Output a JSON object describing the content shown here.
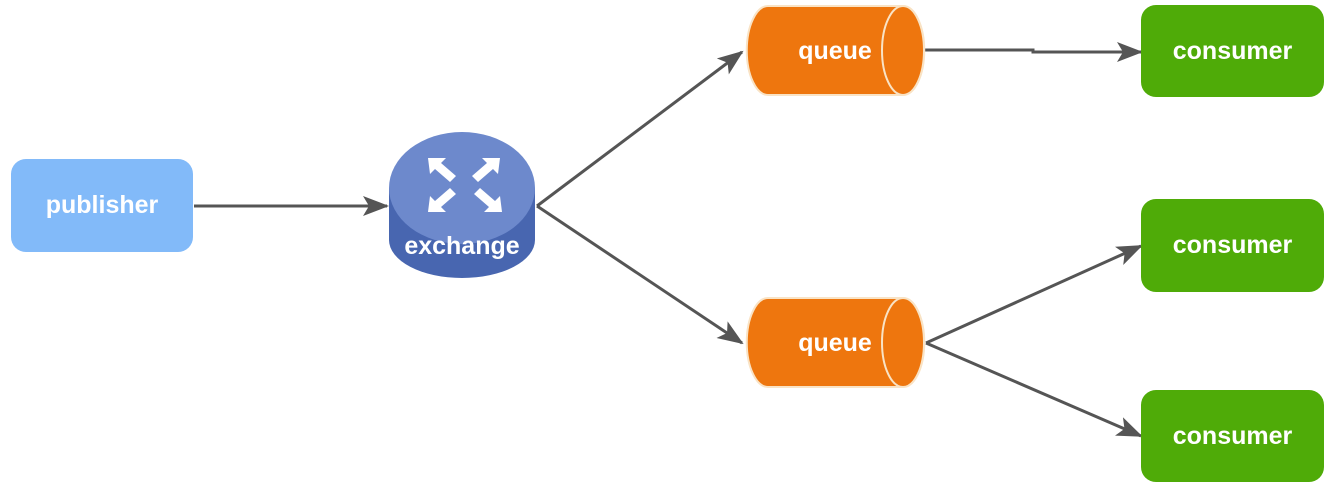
{
  "colors": {
    "publisher": "#82BAF9",
    "exchange_top": "#6D89CC",
    "exchange_side": "#4866B0",
    "queue": "#EE760E",
    "queue_border": "#F9E3C5",
    "consumer": "#4FAB08",
    "arrow": "#555555"
  },
  "nodes": {
    "publisher": {
      "label": "publisher"
    },
    "exchange": {
      "label": "exchange",
      "icon": "arrows-out-icon"
    },
    "queues": [
      {
        "label": "queue"
      },
      {
        "label": "queue"
      }
    ],
    "consumers": [
      {
        "label": "consumer"
      },
      {
        "label": "consumer"
      },
      {
        "label": "consumer"
      }
    ]
  }
}
